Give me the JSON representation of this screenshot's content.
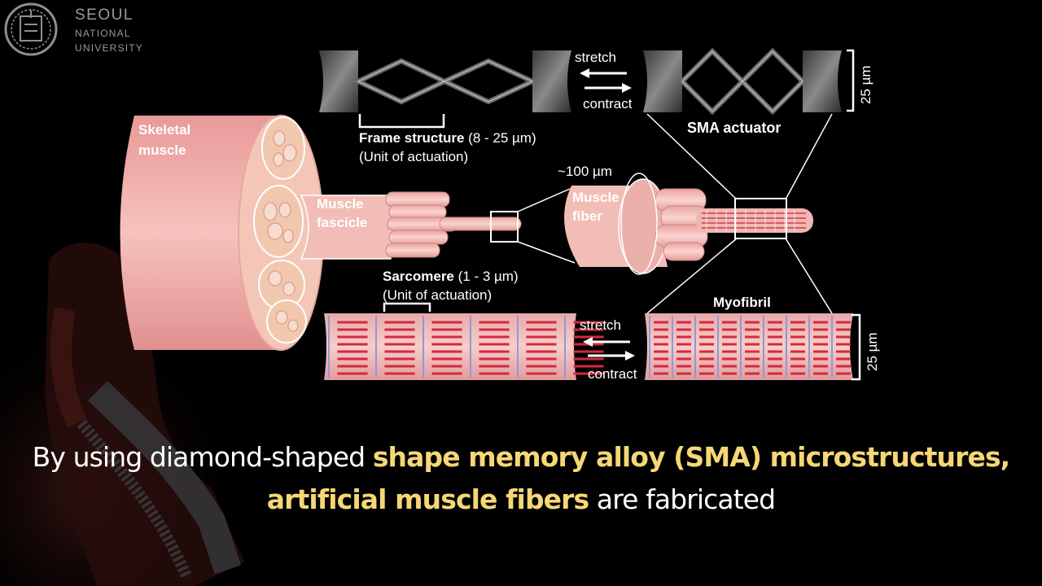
{
  "logo": {
    "line1": "SEOUL",
    "line2": "NATIONAL",
    "line3": "UNIVERSITY"
  },
  "labels": {
    "stretch_top": "stretch",
    "contract_top": "contract",
    "scale_top": "25 µm",
    "sma_actuator": "SMA actuator",
    "frame_title": "Frame structure",
    "frame_range": " (8 - 25 µm)",
    "frame_unit": "(Unit of actuation)",
    "skeletal_muscle_1": "Skeletal",
    "skeletal_muscle_2": "muscle",
    "muscle_fascicle_1": "Muscle",
    "muscle_fascicle_2": "fascicle",
    "fiber_size": "~100 µm",
    "muscle_fiber_1": "Muscle",
    "muscle_fiber_2": "fiber",
    "sarcomere_title": "Sarcomere",
    "sarcomere_range": " (1 - 3 µm)",
    "sarcomere_unit": "(Unit of actuation)",
    "myofibril": "Myofibril",
    "stretch_bottom": "stretch",
    "contract_bottom": "contract",
    "scale_bottom": "25 µm"
  },
  "caption": {
    "line1_plain": "By using diamond-shaped ",
    "line1_highlight": "shape memory alloy (SMA) microstructures,",
    "line2_highlight": "artificial muscle fibers",
    "line2_plain": " are fabricated"
  },
  "colors": {
    "highlight": "#f5d776",
    "muscle_pink": "#f2b2ad",
    "sarcomere_red": "#d42a3a"
  }
}
